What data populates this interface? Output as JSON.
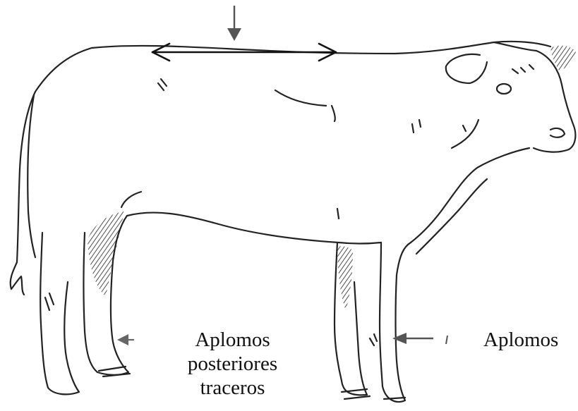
{
  "diagram": {
    "labels": {
      "hind_line1": "Aplomos",
      "hind_line2": "posteriores",
      "hind_line3": "traceros",
      "fore": "Aplomos"
    },
    "colors": {
      "ink": "#222222",
      "arrow": "#555555",
      "background": "#ffffff"
    }
  }
}
